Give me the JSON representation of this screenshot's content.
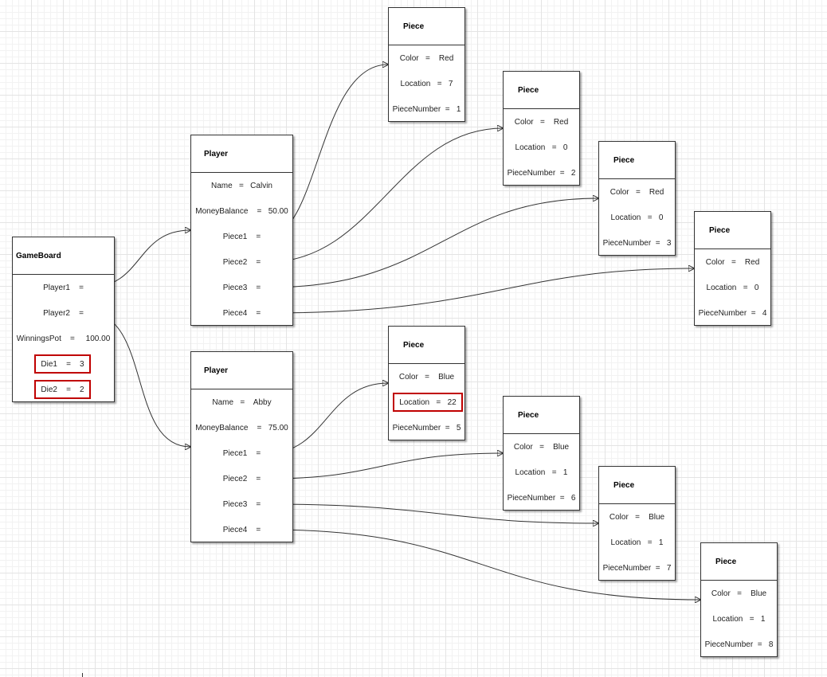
{
  "gameboard": {
    "title": "GameBoard",
    "rows": [
      "Player1    =",
      "Player2    =",
      "WinningsPot    =     100.00",
      "Die1    =    3",
      "Die2    =    2"
    ]
  },
  "players": [
    {
      "title": "Player",
      "rows": [
        "Name   =   Calvin",
        "MoneyBalance    =   50.00",
        "Piece1    =",
        "Piece2    =",
        "Piece3    =",
        "Piece4    ="
      ]
    },
    {
      "title": "Player",
      "rows": [
        "Name   =    Abby",
        "MoneyBalance    =   75.00",
        "Piece1    =",
        "Piece2    =",
        "Piece3    =",
        "Piece4    ="
      ]
    }
  ],
  "pieces": [
    {
      "title": "Piece",
      "rows": [
        "Color   =    Red",
        "Location   =   7",
        "PieceNumber  =   1"
      ]
    },
    {
      "title": "Piece",
      "rows": [
        "Color   =    Red",
        "Location   =   0",
        "PieceNumber  =   2"
      ]
    },
    {
      "title": "Piece",
      "rows": [
        "Color   =    Red",
        "Location   =   0",
        "PieceNumber  =   3"
      ]
    },
    {
      "title": "Piece",
      "rows": [
        "Color   =    Red",
        "Location   =   0",
        "PieceNumber  =   4"
      ]
    },
    {
      "title": "Piece",
      "rows": [
        "Color   =    Blue",
        "Location   =   22",
        "PieceNumber  =   5"
      ]
    },
    {
      "title": "Piece",
      "rows": [
        "Color   =    Blue",
        "Location   =   1",
        "PieceNumber  =   6"
      ]
    },
    {
      "title": "Piece",
      "rows": [
        "Color   =    Blue",
        "Location   =   1",
        "PieceNumber  =   7"
      ]
    },
    {
      "title": "Piece",
      "rows": [
        "Color   =    Blue",
        "Location   =   1",
        "PieceNumber  =   8"
      ]
    }
  ],
  "highlight_color": "#c00000"
}
